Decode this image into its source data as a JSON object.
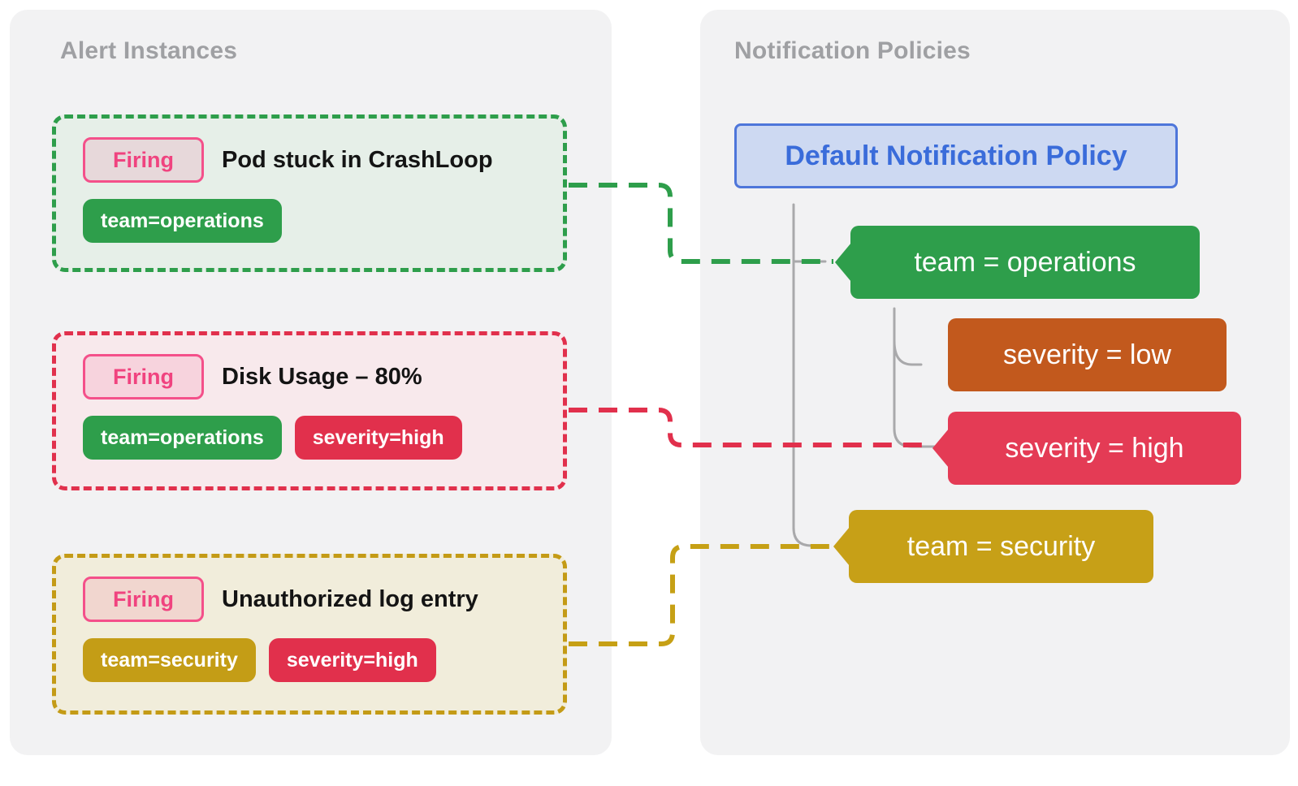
{
  "panels": {
    "alerts_title": "Alert Instances",
    "policies_title": "Notification Policies"
  },
  "alerts": [
    {
      "status": "Firing",
      "title": "Pod stuck in CrashLoop",
      "labels": [
        "team=operations"
      ],
      "accent_color": "#2e9e4b"
    },
    {
      "status": "Firing",
      "title": "Disk Usage – 80%",
      "labels": [
        "team=operations",
        "severity=high"
      ],
      "accent_color": "#e1304c"
    },
    {
      "status": "Firing",
      "title": "Unauthorized log entry",
      "labels": [
        "team=security",
        "severity=high"
      ],
      "accent_color": "#c49b16"
    }
  ],
  "policy": {
    "root": "Default Notification Policy",
    "matchers": [
      "team = operations",
      "severity = low",
      "severity = high",
      "team = security"
    ]
  },
  "colors": {
    "panel_bg": "#f2f2f3",
    "panel_title": "#9fa0a3",
    "green": "#2e9e4b",
    "red": "#e1304c",
    "gold": "#c49d16",
    "orange": "#c2591d",
    "policy_red": "#e43b55",
    "policy_gold": "#c7a017",
    "blue_text": "#3a6cda",
    "blue_border": "#4e76da",
    "blue_bg": "#cdd9f2",
    "firing_pink": "#f0437f",
    "tree_line": "#a9a9ab"
  }
}
